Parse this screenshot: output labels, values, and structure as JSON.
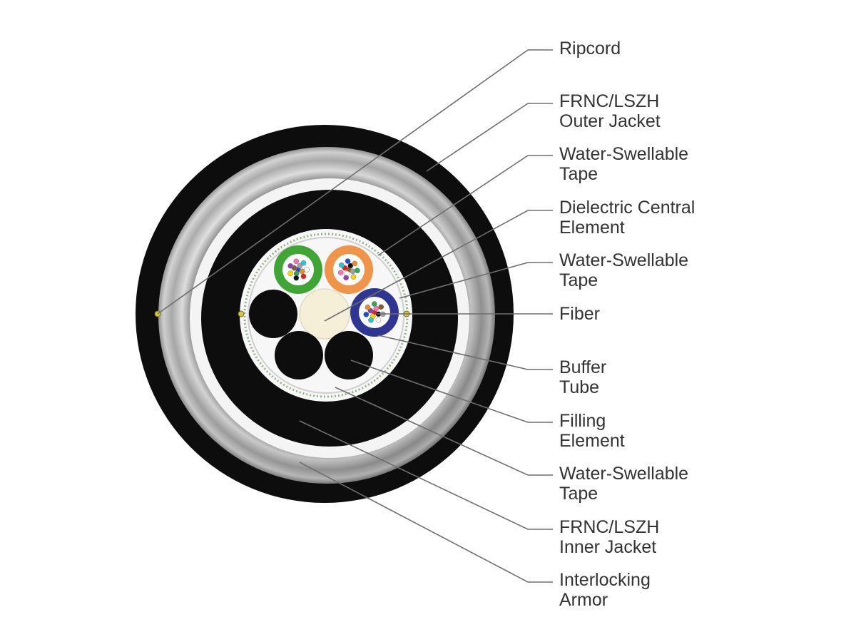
{
  "colors": {
    "jacket": "#0d0d0d",
    "armor_light": "#d6d6d6",
    "armor_dark": "#8f8f8f",
    "tape": "#f4f4f4",
    "central_element": "#f4efd6",
    "tube_green": "#3fa535",
    "tube_orange": "#f0944a",
    "tube_blue": "#2e3592",
    "leader_line": "#6e6e6e",
    "label_text": "#333333"
  },
  "fiber_colors": [
    "#1f4bd1",
    "#f08a24",
    "#2fa84f",
    "#8a5a2b",
    "#9aa0a6",
    "#ffffff",
    "#e02020",
    "#111111",
    "#f5d800",
    "#8e44ad",
    "#ff6fb0",
    "#26c6da"
  ],
  "callouts": [
    {
      "id": "ripcord",
      "lines": [
        "Ripcord"
      ]
    },
    {
      "id": "outer-jacket",
      "lines": [
        "FRNC/LSZH",
        "Outer Jacket"
      ]
    },
    {
      "id": "water-swellable-tape-1",
      "lines": [
        "Water-Swellable",
        "Tape"
      ]
    },
    {
      "id": "dielectric-central-element",
      "lines": [
        "Dielectric Central",
        "Element"
      ]
    },
    {
      "id": "water-swellable-tape-2",
      "lines": [
        "Water-Swellable",
        "Tape"
      ]
    },
    {
      "id": "fiber",
      "lines": [
        "Fiber"
      ]
    },
    {
      "id": "buffer-tube",
      "lines": [
        "Buffer",
        "Tube"
      ]
    },
    {
      "id": "filling-element",
      "lines": [
        "Filling",
        "Element"
      ]
    },
    {
      "id": "water-swellable-tape-3",
      "lines": [
        "Water-Swellable",
        "Tape"
      ]
    },
    {
      "id": "inner-jacket",
      "lines": [
        "FRNC/LSZH",
        "Inner Jacket"
      ]
    },
    {
      "id": "interlocking-armor",
      "lines": [
        "Interlocking",
        "Armor"
      ]
    }
  ]
}
